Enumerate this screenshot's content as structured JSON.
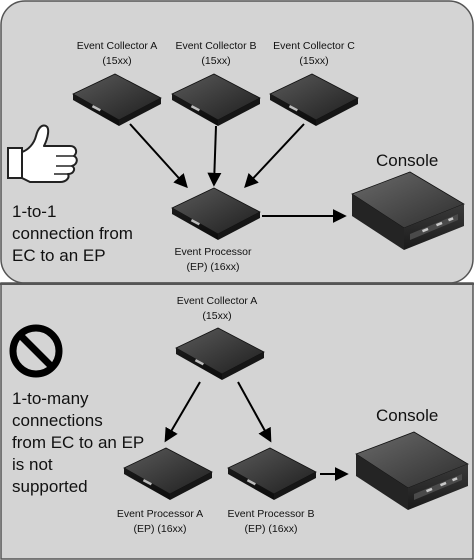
{
  "top_panel": {
    "collectors": [
      {
        "name": "Event Collector A",
        "port": "(15xx)"
      },
      {
        "name": "Event Collector B",
        "port": "(15xx)"
      },
      {
        "name": "Event Collector C",
        "port": "(15xx)"
      }
    ],
    "processor": {
      "name": "Event Processor",
      "port": "(EP) (16xx)"
    },
    "console_label": "Console",
    "status_icon": "thumbs-up-icon",
    "caption_lines": [
      "1-to-1",
      "connection from",
      "EC to an EP"
    ]
  },
  "bottom_panel": {
    "collector": {
      "name": "Event Collector A",
      "port": "(15xx)"
    },
    "processors": [
      {
        "name": "Event Processor A",
        "port": "(EP) (16xx)"
      },
      {
        "name": "Event Processor B",
        "port": "(EP) (16xx)"
      }
    ],
    "console_label": "Console",
    "status_icon": "prohibited-icon",
    "caption_lines": [
      "1-to-many",
      "connections",
      "from EC to an EP",
      "is not",
      "supported"
    ]
  },
  "colors": {
    "panel_background": "#d4d4d4",
    "divider": "#555555",
    "device_body": "#2b2b2b",
    "arrow": "#000000"
  }
}
